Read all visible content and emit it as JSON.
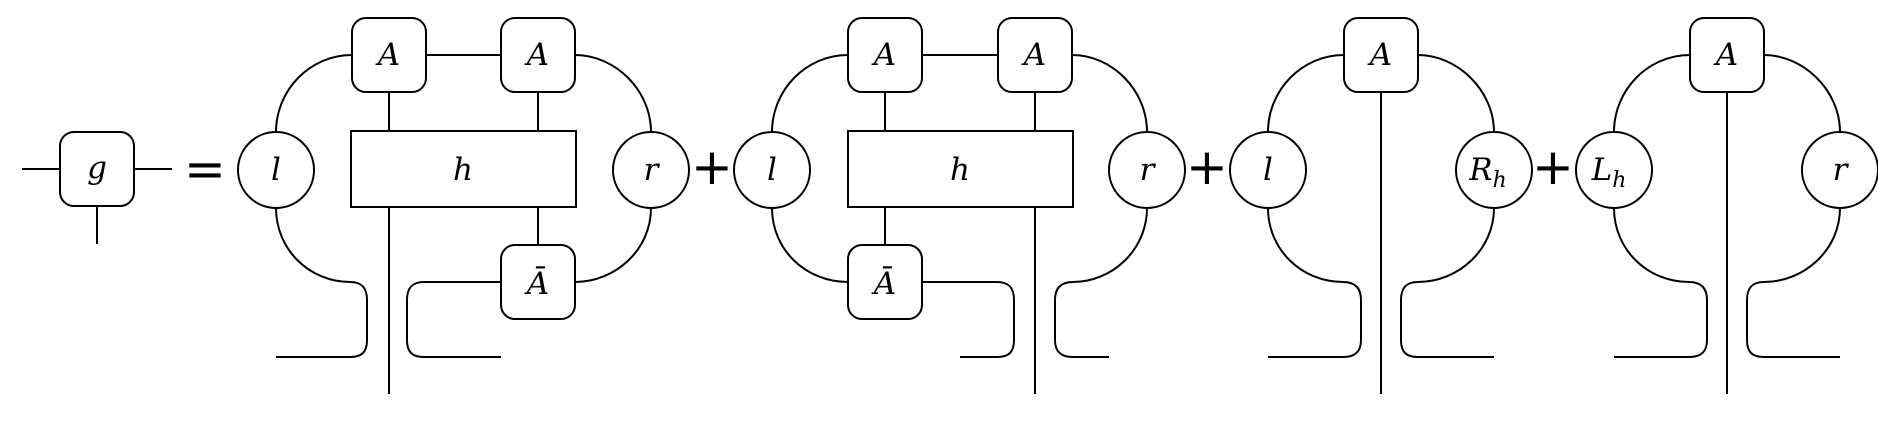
{
  "equation": {
    "lhs": {
      "tensor_label": "g"
    },
    "operators": {
      "equals": "=",
      "plus": "+"
    },
    "terms": [
      {
        "env_left": "l",
        "mps_top_1": "A",
        "mps_top_2": "A",
        "hamiltonian": "h",
        "mps_conj": "Ā",
        "env_right": "r"
      },
      {
        "env_left": "l",
        "mps_top_1": "A",
        "mps_top_2": "A",
        "hamiltonian": "h",
        "mps_conj": "Ā",
        "env_right": "r"
      },
      {
        "env_left": "l",
        "mps_top": "A",
        "env_right_main": "R",
        "env_right_sub": "h"
      },
      {
        "env_left_main": "L",
        "env_left_sub": "h",
        "mps_top": "A",
        "env_right": "r"
      }
    ]
  }
}
